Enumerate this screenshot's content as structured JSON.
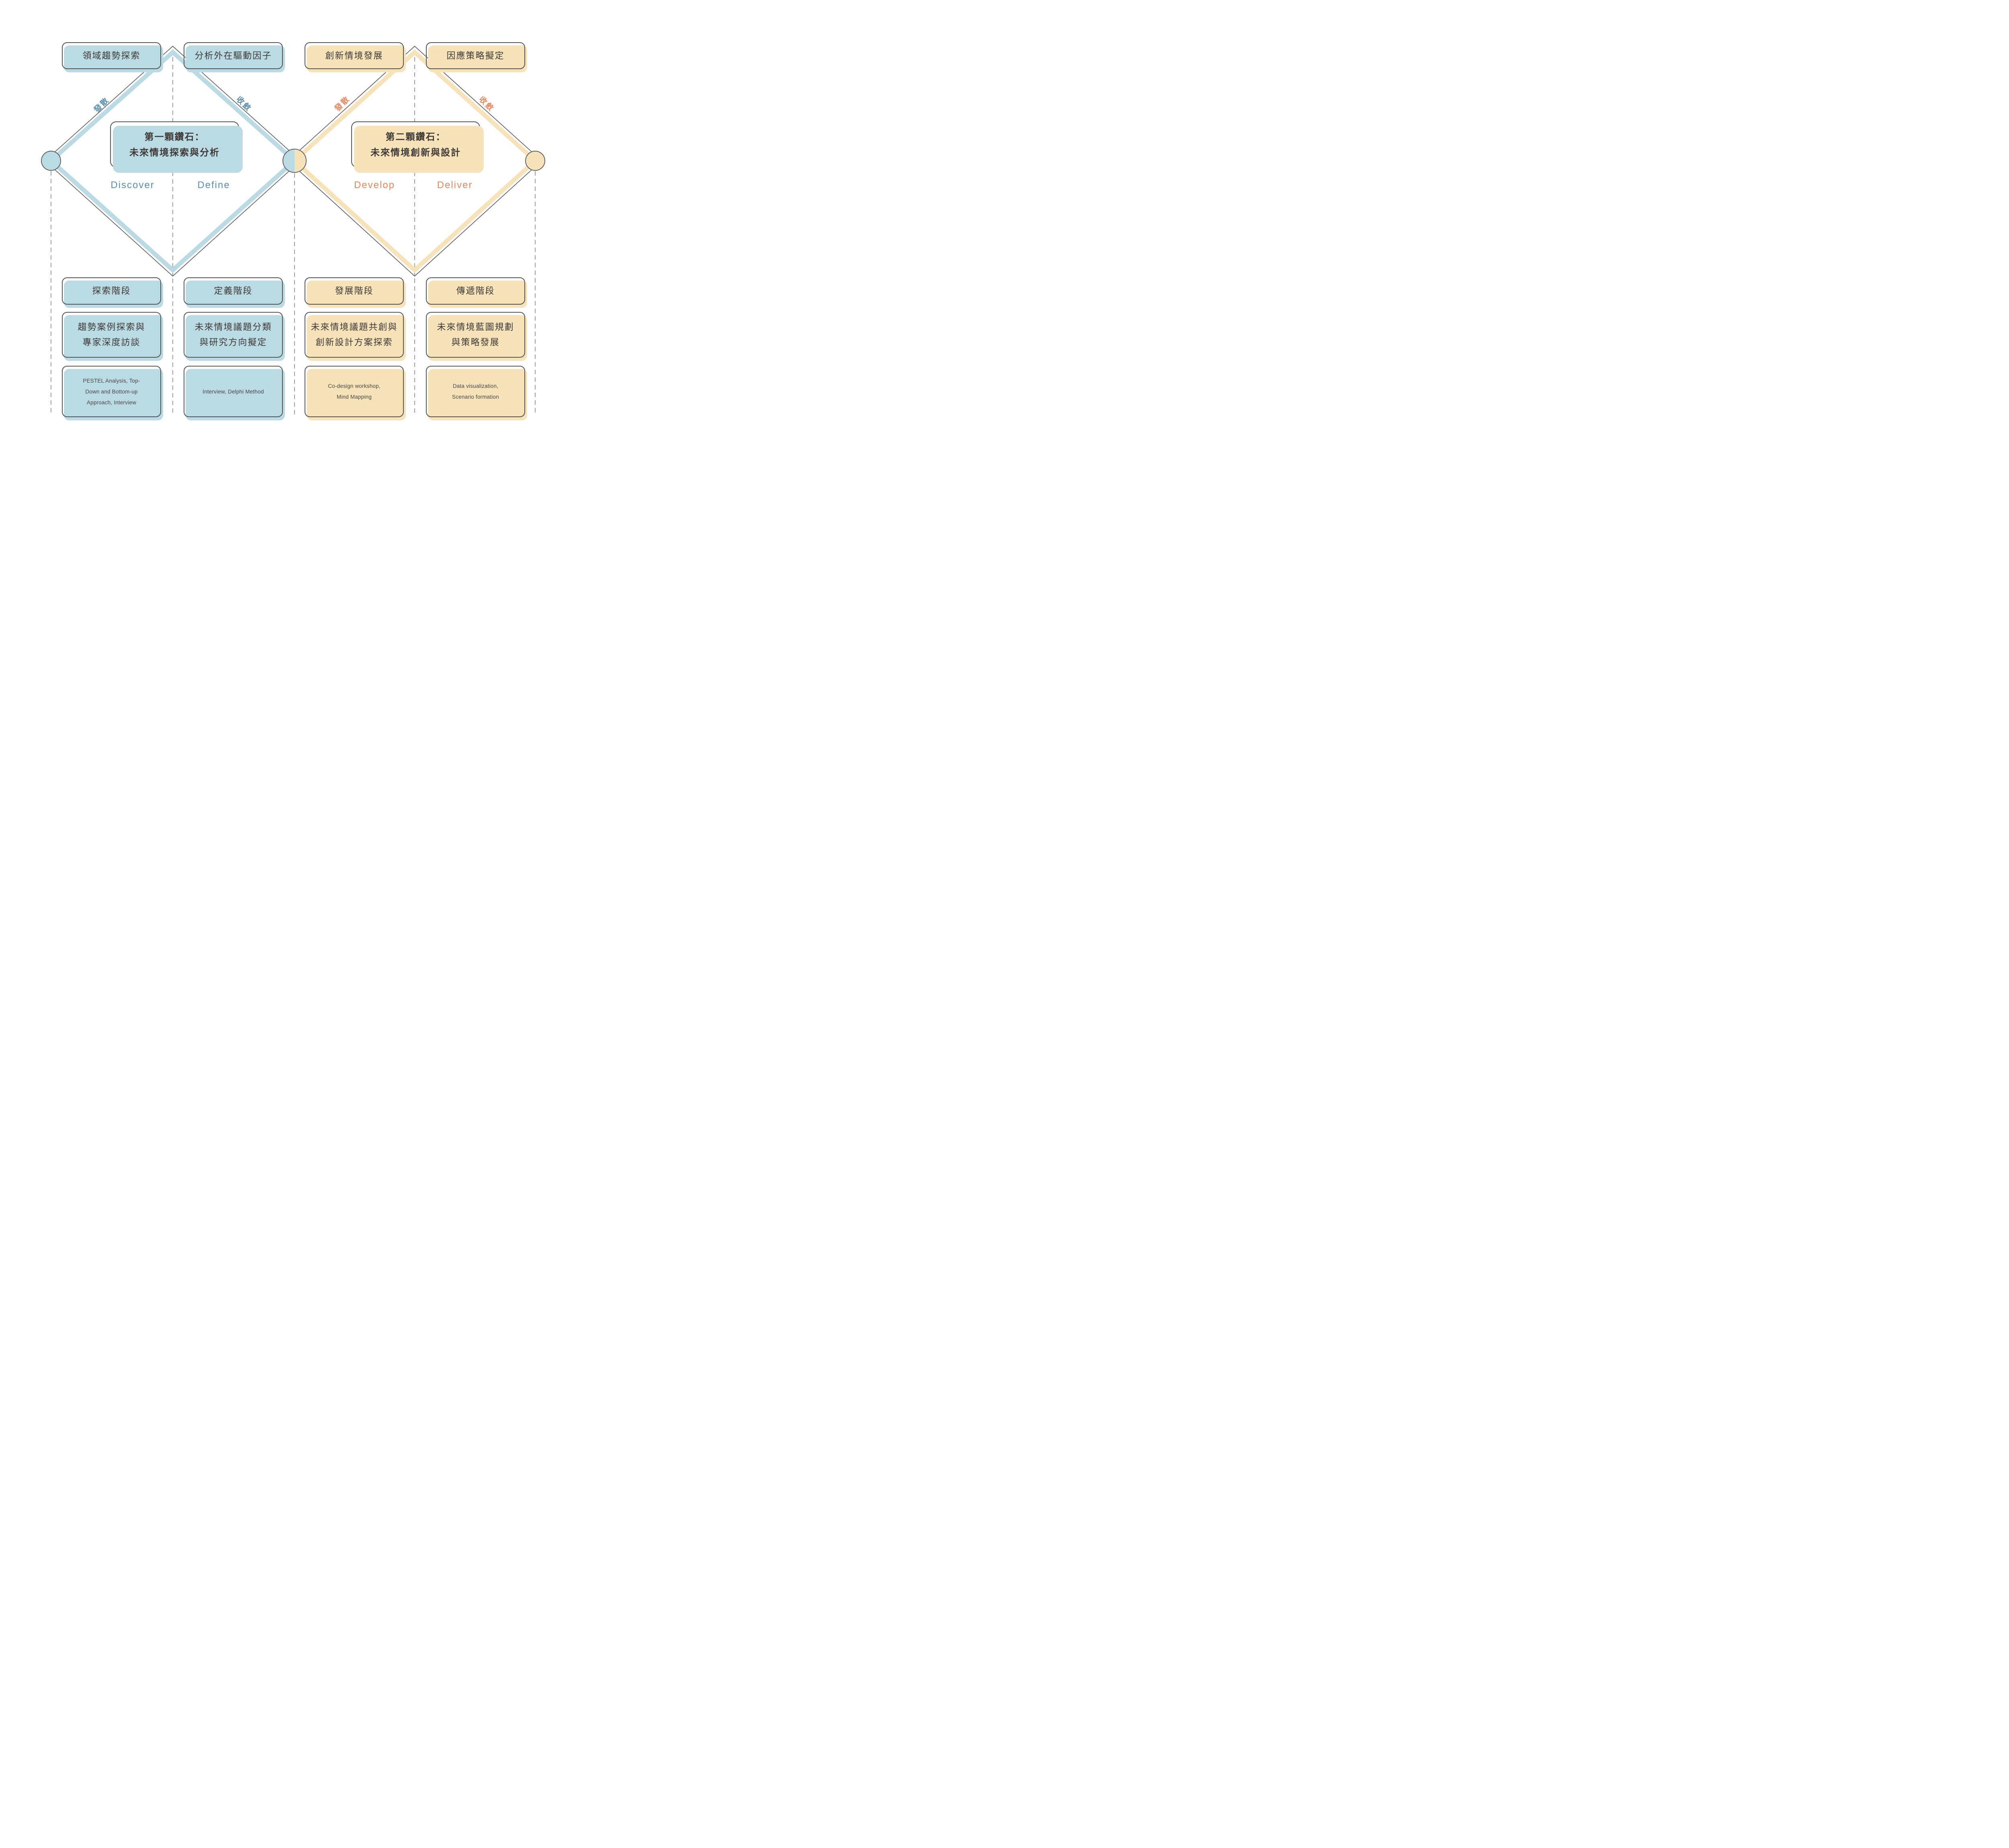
{
  "colors": {
    "blue_fill": "#badbe4",
    "yellow_fill": "#f6e3ba",
    "blue_text": "#5a8ea9",
    "orange_text": "#e8875c",
    "outline": "#565656",
    "dark_text": "#3f3a38",
    "dash": "#6a6a6a"
  },
  "diamond1": {
    "title_line1": "第一顆鑽石：",
    "title_line2": "未來情境探索與分析",
    "diverge_label": "發散",
    "converge_label": "收斂",
    "phase_left": "Discover",
    "phase_right": "Define"
  },
  "diamond2": {
    "title_line1": "第二顆鑽石：",
    "title_line2": "未來情境創新與設計",
    "diverge_label": "發散",
    "converge_label": "收斂",
    "phase_left": "Develop",
    "phase_right": "Deliver"
  },
  "columns": [
    {
      "top_label": "領域趨勢探索",
      "stage_label": "探索階段",
      "activity": "趨勢案例探索與\n專家深度訪談",
      "methods": "PESTEL Analysis, Top-\nDown and Bottom-up\nApproach, Interview"
    },
    {
      "top_label": "分析外在驅動因子",
      "stage_label": "定義階段",
      "activity": "未來情境議題分類\n與研究方向擬定",
      "methods": "Interview, Delphi Method"
    },
    {
      "top_label": "創新情境發展",
      "stage_label": "發展階段",
      "activity": "未來情境議題共創與\n創新設計方案探索",
      "methods": "Co-design workshop,\nMind Mapping"
    },
    {
      "top_label": "因應策略擬定",
      "stage_label": "傳遞階段",
      "activity": "未來情境藍圖規劃\n與策略發展",
      "methods": "Data visualization,\nScenario formation"
    }
  ]
}
